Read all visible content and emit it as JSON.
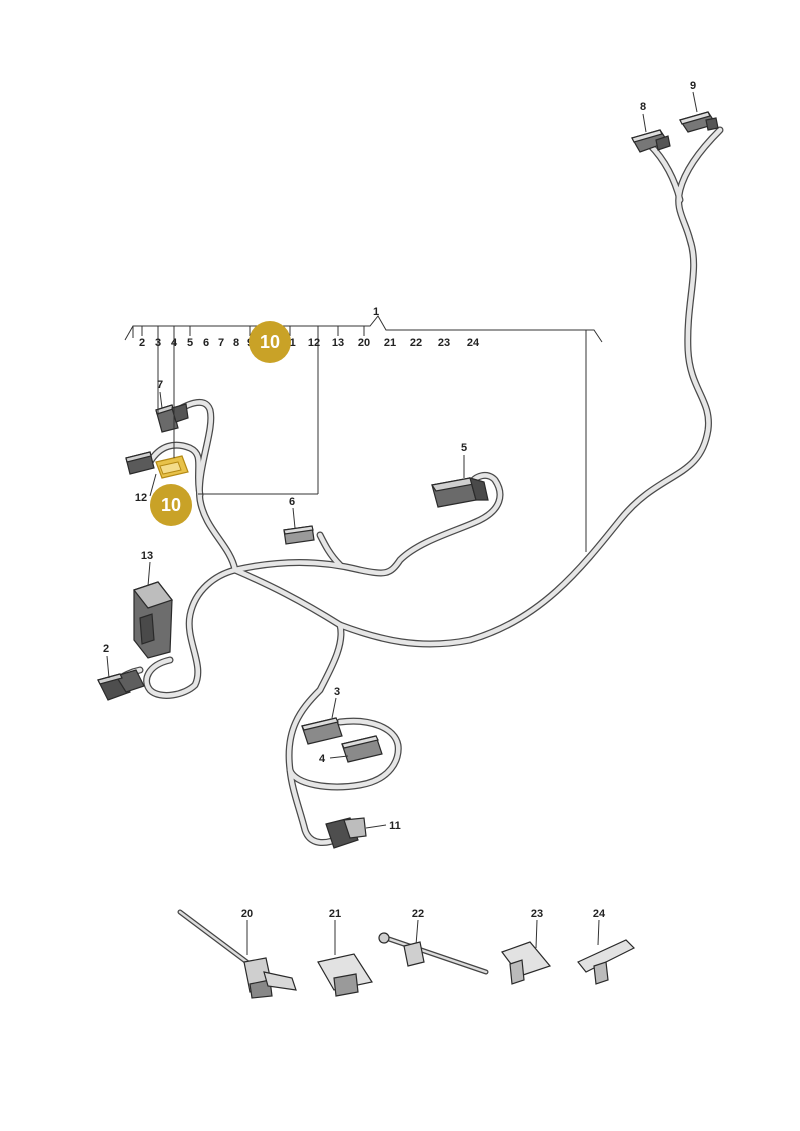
{
  "labels": {
    "p1": "1",
    "p2": "2",
    "p3": "3",
    "p4": "4",
    "p5": "5",
    "p6": "6",
    "p7": "7",
    "p8": "8",
    "p9": "9",
    "p11": "11",
    "p12": "12",
    "p13": "13",
    "p20": "20",
    "p21": "21",
    "p22": "22",
    "p23": "23",
    "p24": "24"
  },
  "bracket_numbers": [
    "2",
    "3",
    "4",
    "5",
    "6",
    "7",
    "8",
    "9",
    "11",
    "12",
    "13",
    "20",
    "21",
    "22",
    "23",
    "24"
  ],
  "highlight": {
    "badge_label": "10",
    "badge_color": "#c9a227",
    "highlight_part_color": "#e8c24a"
  }
}
